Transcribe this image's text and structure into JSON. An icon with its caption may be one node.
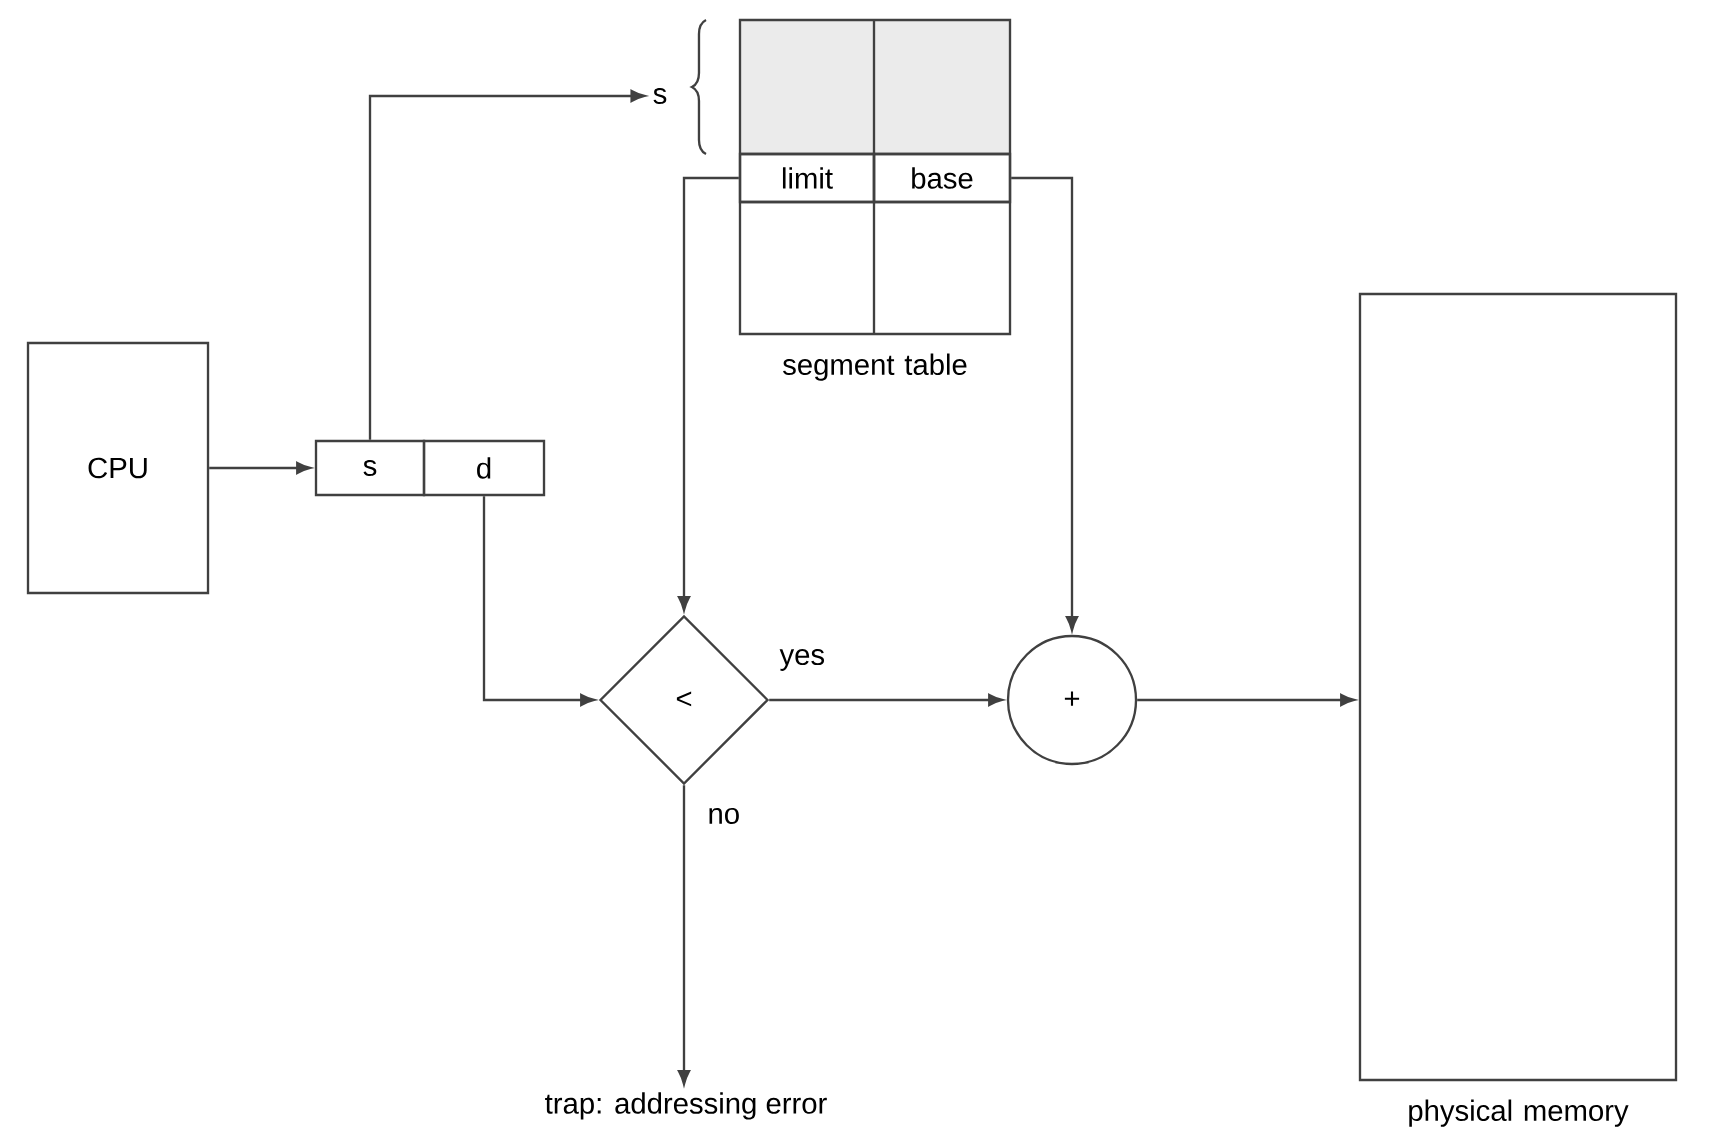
{
  "diagram": {
    "nodes": [
      {
        "text": [
          "CPU"
        ]
      },
      {
        "text": [
          "s"
        ]
      },
      {
        "text": [
          "d"
        ]
      },
      {
        "text": [
          "segment table"
        ]
      },
      {
        "text": [
          "limit"
        ],
        "in": 3
      },
      {
        "text": [
          "base"
        ],
        "in": 3
      },
      {
        "text": [
          "s"
        ]
      },
      {
        "text": [
          "<"
        ]
      },
      {
        "text": [
          "+"
        ]
      },
      {
        "text": [
          "physical memory"
        ]
      },
      {
        "text": [
          "trap: addressing error"
        ]
      }
    ],
    "edges": [
      {
        "from": 0,
        "to": 1,
        "arrow": "to"
      },
      {
        "from": 1,
        "to": 6,
        "arrow": "to"
      },
      {
        "from": 4,
        "to": 7,
        "arrow": "to"
      },
      {
        "from": 2,
        "to": 7,
        "arrow": "to"
      },
      {
        "from": 5,
        "to": 8,
        "arrow": "to"
      },
      {
        "from": 7,
        "to": 8,
        "label": "yes",
        "arrow": "to"
      },
      {
        "from": 7,
        "to": 10,
        "label": "no",
        "arrow": "to"
      },
      {
        "from": 8,
        "to": 9,
        "arrow": "to"
      }
    ]
  }
}
